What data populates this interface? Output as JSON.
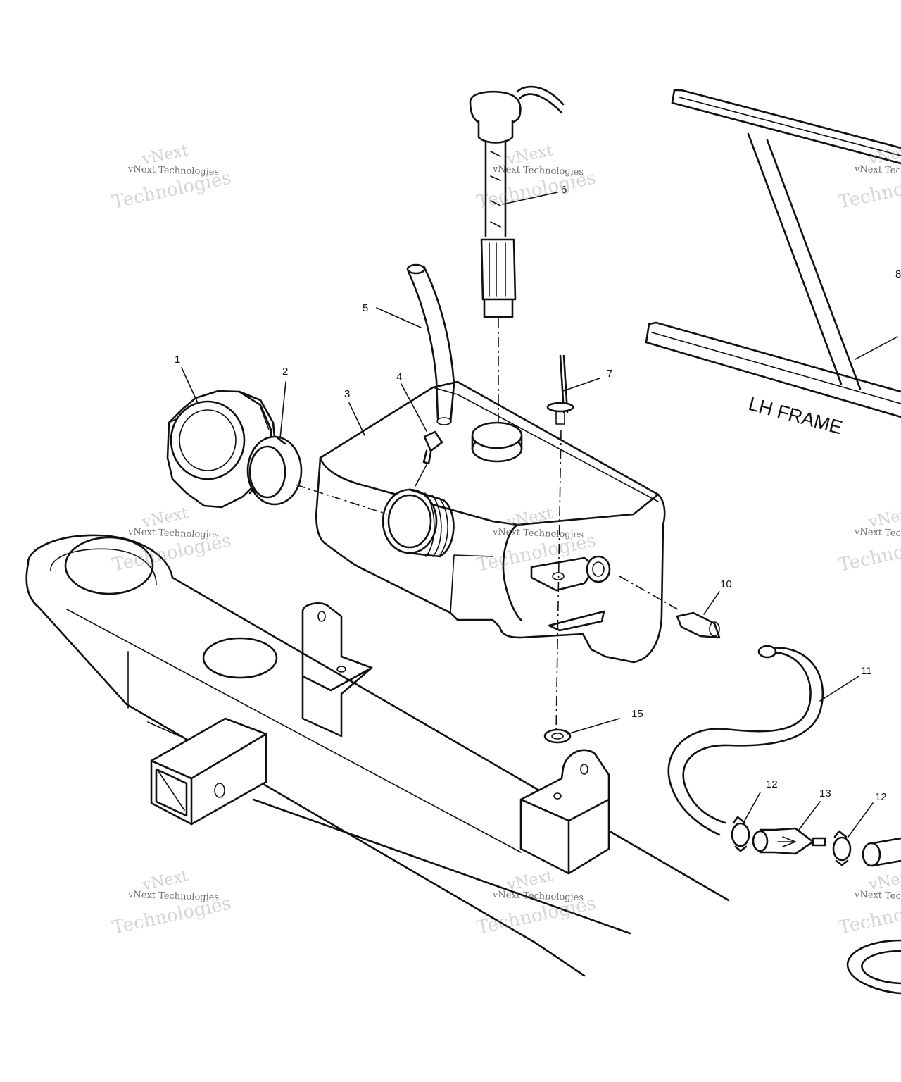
{
  "diagram": {
    "frame_label": "LH FRAME",
    "callouts": [
      "1",
      "2",
      "3",
      "4",
      "5",
      "6",
      "7",
      "8",
      "10",
      "11",
      "12",
      "13",
      "12",
      "15"
    ],
    "watermark": {
      "line1": "vNext",
      "line2": "vNext Technologies",
      "line3": "Technologies"
    }
  }
}
